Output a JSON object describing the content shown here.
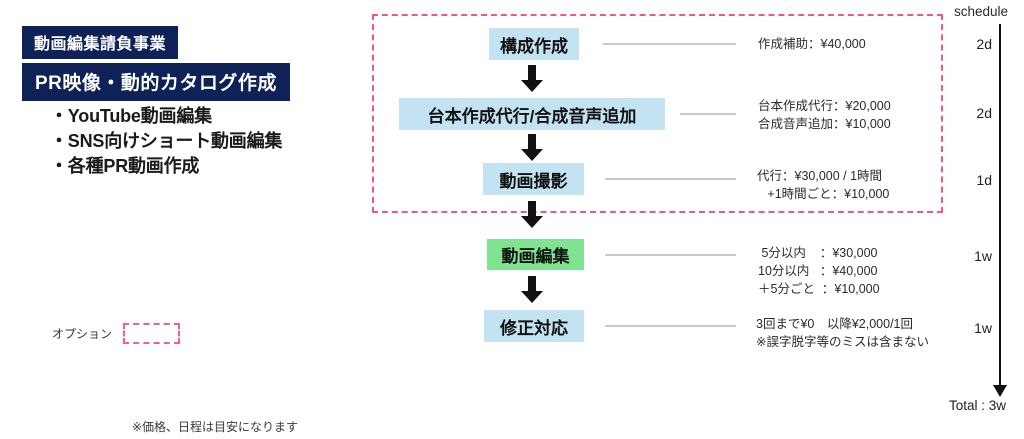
{
  "left_panel": {
    "badge_primary": "動画編集請負事業",
    "badge_secondary": "PR映像・動的カタログ作成",
    "services": [
      "・YouTube動画編集",
      "・SNS向けショート動画編集",
      "・各種PR動画作成"
    ],
    "option_legend_label": "オプション",
    "footnote": "※価格、日程は目安になります"
  },
  "flow": {
    "steps": [
      {
        "label": "構成作成",
        "color": "#c3e2f2",
        "price": "作成補助：¥40,000",
        "schedule": "2d",
        "optional": true
      },
      {
        "label": "台本作成代行/合成音声追加",
        "color": "#c3e2f2",
        "price": "台本作成代行：¥20,000\n合成音声追加：¥10,000",
        "schedule": "2d",
        "optional": true
      },
      {
        "label": "動画撮影",
        "color": "#c3e2f2",
        "price": "代行：¥30,000 / 1時間\n   +1時間ごと：¥10,000",
        "schedule": "1d",
        "optional": true
      },
      {
        "label": "動画編集",
        "color": "#7fe392",
        "price": " 5分以内    ：¥30,000\n10分以内   ：¥40,000\n＋5分ごと  ：¥10,000",
        "schedule": "1w",
        "optional": false
      },
      {
        "label": "修正対応",
        "color": "#c3e2f2",
        "price": "3回まで¥0　以降¥2,000/1回\n※誤字脱字等のミスは含まない",
        "schedule": "1w",
        "optional": false
      }
    ]
  },
  "schedule_column": {
    "title": "schedule",
    "total": "Total : 3w"
  },
  "colors": {
    "brand_navy": "#0f2258",
    "option_pink": "#f2548c",
    "box_blue": "#c3e2f2",
    "box_green": "#7fe392",
    "connector_gray": "#c9c9c9"
  }
}
